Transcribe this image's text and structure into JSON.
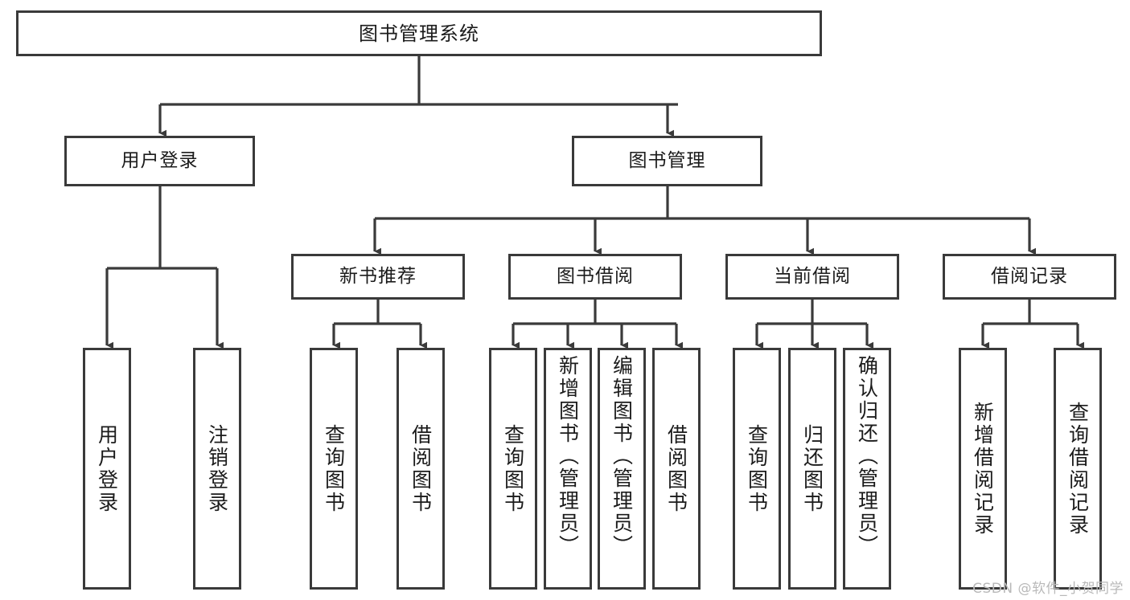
{
  "diagram": {
    "title": "图书管理系统",
    "type": "tree-hierarchy",
    "watermark": "CSDN @软件_小贺同学",
    "colors": {
      "node_border": "#3a3a3a",
      "node_fill": "#ffffff",
      "edge": "#3a3a3a",
      "text": "#1b1b1b",
      "watermark": "#b9b9b9",
      "background": "#ffffff"
    },
    "levels": {
      "level0": [
        "图书管理系统"
      ],
      "level1": [
        "用户登录",
        "图书管理"
      ],
      "level2": [
        "新书推荐",
        "图书借阅",
        "当前借阅",
        "借阅记录"
      ],
      "level3": [
        "用户登录",
        "注销登录",
        "查询图书",
        "借阅图书",
        "查询图书",
        "新增图书（管理员）",
        "编辑图书（管理员）",
        "借阅图书",
        "查询图书",
        "归还图书",
        "确认归还（管理员）",
        "新增借阅记录",
        "查询借阅记录"
      ]
    }
  },
  "nodes": {
    "root": {
      "label": "图书管理系统"
    },
    "user_login": {
      "label": "用户登录"
    },
    "book_manage": {
      "label": "图书管理"
    },
    "new_book_rec": {
      "label": "新书推荐"
    },
    "book_borrow": {
      "label": "图书借阅"
    },
    "current_borrow": {
      "label": "当前借阅"
    },
    "borrow_record": {
      "label": "借阅记录"
    },
    "leaf_user_login": {
      "label": "用户登录"
    },
    "leaf_logout": {
      "label": "注销登录"
    },
    "leaf_rec_query": {
      "label": "查询图书"
    },
    "leaf_rec_borrow": {
      "label": "借阅图书"
    },
    "leaf_borrow_query": {
      "label": "查询图书"
    },
    "leaf_borrow_add": {
      "label": "新增图书（管理员）"
    },
    "leaf_borrow_edit": {
      "label": "编辑图书（管理员）"
    },
    "leaf_borrow_do": {
      "label": "借阅图书"
    },
    "leaf_cur_query": {
      "label": "查询图书"
    },
    "leaf_cur_return": {
      "label": "归还图书"
    },
    "leaf_cur_confirm": {
      "label": "确认归还（管理员）"
    },
    "leaf_rec_add": {
      "label": "新增借阅记录"
    },
    "leaf_rec_search": {
      "label": "查询借阅记录"
    }
  },
  "edges": [
    {
      "from": "图书管理系统",
      "to": "用户登录"
    },
    {
      "from": "图书管理系统",
      "to": "图书管理"
    },
    {
      "from": "用户登录",
      "to": "用户登录"
    },
    {
      "from": "用户登录",
      "to": "注销登录"
    },
    {
      "from": "图书管理",
      "to": "新书推荐"
    },
    {
      "from": "图书管理",
      "to": "图书借阅"
    },
    {
      "from": "图书管理",
      "to": "当前借阅"
    },
    {
      "from": "图书管理",
      "to": "借阅记录"
    },
    {
      "from": "新书推荐",
      "to": "查询图书"
    },
    {
      "from": "新书推荐",
      "to": "借阅图书"
    },
    {
      "from": "图书借阅",
      "to": "查询图书"
    },
    {
      "from": "图书借阅",
      "to": "新增图书（管理员）"
    },
    {
      "from": "图书借阅",
      "to": "编辑图书（管理员）"
    },
    {
      "from": "图书借阅",
      "to": "借阅图书"
    },
    {
      "from": "当前借阅",
      "to": "查询图书"
    },
    {
      "from": "当前借阅",
      "to": "归还图书"
    },
    {
      "from": "当前借阅",
      "to": "确认归还（管理员）"
    },
    {
      "from": "借阅记录",
      "to": "新增借阅记录"
    },
    {
      "from": "借阅记录",
      "to": "查询借阅记录"
    }
  ]
}
